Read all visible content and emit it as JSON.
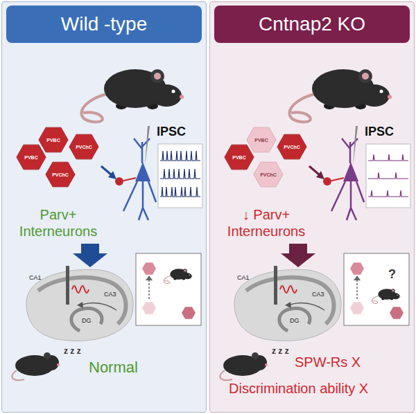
{
  "diagram": {
    "nodes": [
      {
        "text": [
          "Wild -type"
        ]
      },
      {
        "text": [
          "PVBC"
        ],
        "in": 0
      },
      {
        "text": [
          "PVBC"
        ],
        "in": 0
      },
      {
        "text": [
          "PVChC"
        ],
        "in": 0
      },
      {
        "text": [
          "PVChC"
        ],
        "in": 0
      },
      {
        "text": [
          "Cntnap2 KO"
        ]
      },
      {
        "text": [
          "PVBC"
        ],
        "in": 5
      },
      {
        "text": [
          "PVBC"
        ],
        "in": 5
      },
      {
        "text": [
          "PVChC"
        ],
        "in": 5
      },
      {
        "text": [
          "PVChC"
        ],
        "in": 5
      }
    ],
    "labels": [
      "IPSC",
      "Parv+ Interneurons",
      "CA1",
      "CA3",
      "DG",
      "z z z",
      "Normal",
      "IPSC",
      "↓ Parv+ Interneurons",
      "CA1",
      "CA3",
      "DG",
      "z z z",
      "?",
      "SPW-Rs X",
      "Discrimination ability X"
    ]
  }
}
